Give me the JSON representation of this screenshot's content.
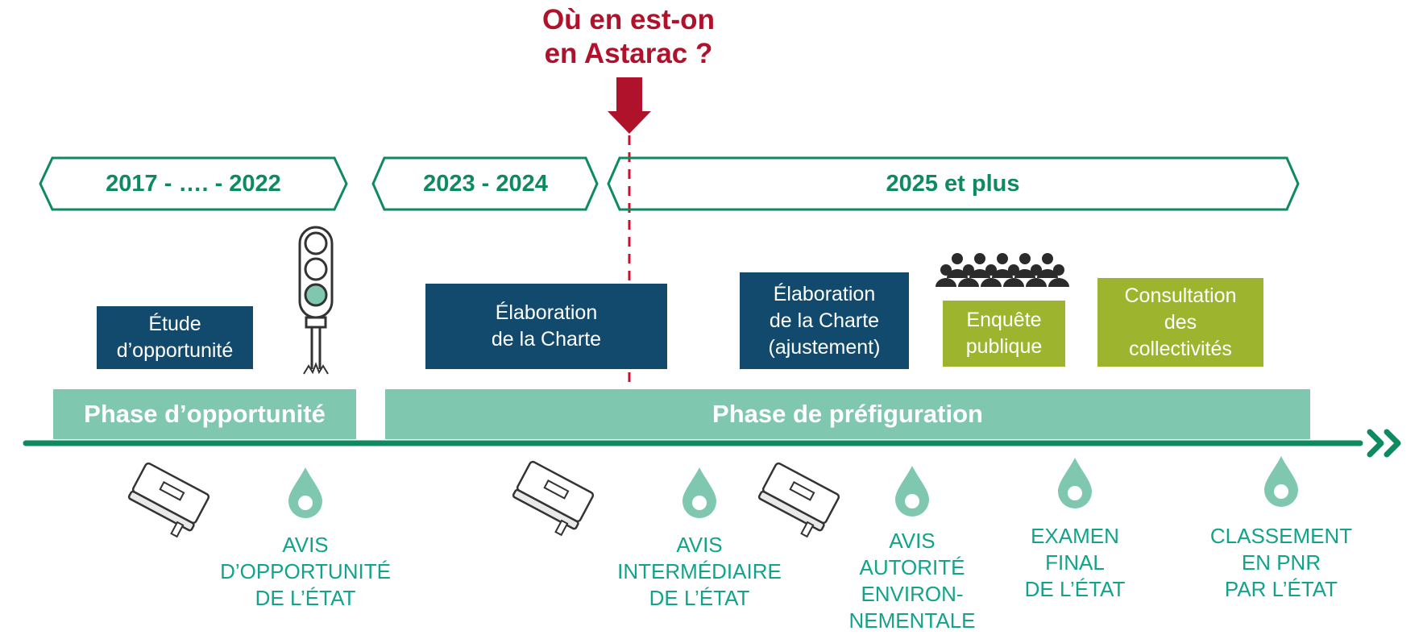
{
  "marker": {
    "lines": [
      "Où en est-on",
      "en Astarac ?"
    ],
    "color": "#B0122B"
  },
  "periods": [
    {
      "label": "2017 - …. - 2022"
    },
    {
      "label": "2023 - 2024"
    },
    {
      "label": "2025 et plus"
    }
  ],
  "tasks": [
    {
      "lines": [
        "Étude",
        "d’opportunité"
      ],
      "color": "#124A6E"
    },
    {
      "lines": [
        "Élaboration",
        "de la Charte"
      ],
      "color": "#124A6E"
    },
    {
      "lines": [
        "Élaboration",
        "de la Charte",
        "(ajustement)"
      ],
      "color": "#124A6E"
    },
    {
      "lines": [
        "Enquête",
        "publique"
      ],
      "color": "#9DB52E"
    },
    {
      "lines": [
        "Consultation",
        "des",
        "collectivités"
      ],
      "color": "#9DB52E"
    }
  ],
  "phases": [
    {
      "label": "Phase d’opportunité"
    },
    {
      "label": "Phase de préfiguration"
    }
  ],
  "milestones": [
    {
      "lines": [
        "AVIS",
        "D’OPPORTUNITÉ",
        "DE L’ÉTAT"
      ]
    },
    {
      "lines": [
        "AVIS",
        "INTERMÉDIAIRE",
        "DE L’ÉTAT"
      ]
    },
    {
      "lines": [
        "AVIS",
        "AUTORITÉ",
        "ENVIRON-",
        "NEMENTALE"
      ]
    },
    {
      "lines": [
        "EXAMEN",
        "FINAL",
        "DE L’ÉTAT"
      ]
    },
    {
      "lines": [
        "CLASSEMENT",
        "EN PNR",
        "PAR L’ÉTAT"
      ]
    }
  ],
  "colors": {
    "green": "#0E8A5F",
    "phase": "#7FC8AF",
    "drop": "#7FC8AF",
    "milestone_text": "#13A38A"
  },
  "icons": [
    "traffic-light-icon",
    "crowd-icon",
    "book-icon",
    "drop-icon",
    "double-chevron-icon",
    "down-arrow-icon"
  ]
}
